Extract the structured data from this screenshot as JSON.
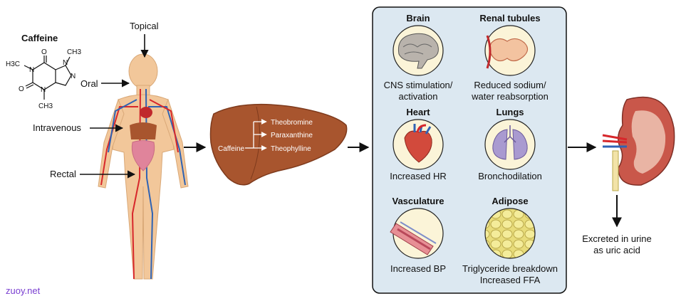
{
  "caffeine": {
    "title": "Caffeine",
    "atoms": {
      "h3c_left": "H3C",
      "ch3_top": "CH3",
      "ch3_bottom": "CH3",
      "o_top": "O",
      "o_left": "O",
      "n1": "N",
      "n2": "N",
      "n3": "N",
      "n4": "N"
    }
  },
  "routes": {
    "topical": "Topical",
    "oral": "Oral",
    "intravenous": "Intravenous",
    "rectal": "Rectal"
  },
  "liver": {
    "input": "Caffeine",
    "metabolites": [
      "Theobromine",
      "Paraxanthine",
      "Theophylline"
    ]
  },
  "organs": [
    {
      "title": "Brain",
      "effect_lines": [
        "CNS stimulation/",
        "activation"
      ],
      "icon": "brain-icon"
    },
    {
      "title": "Renal tubules",
      "effect_lines": [
        "Reduced sodium/",
        "water reabsorption"
      ],
      "icon": "renal-tubule-icon"
    },
    {
      "title": "Heart",
      "effect_lines": [
        "Increased HR"
      ],
      "icon": "heart-icon"
    },
    {
      "title": "Lungs",
      "effect_lines": [
        "Bronchodilation"
      ],
      "icon": "lungs-icon"
    },
    {
      "title": "Vasculature",
      "effect_lines": [
        "Increased BP"
      ],
      "icon": "blood-vessel-icon"
    },
    {
      "title": "Adipose",
      "effect_lines": [
        "Triglyceride breakdown",
        "Increased FFA"
      ],
      "icon": "adipose-icon"
    }
  ],
  "kidney": {
    "outcome_lines": [
      "Excreted in urine",
      "as uric acid"
    ]
  },
  "watermark": "zuoy.net",
  "colors": {
    "panel_bg": "#dce8f1",
    "liver": "#a8552e",
    "skin": "#f2c79a",
    "artery": "#d7272b",
    "vein": "#2f63b4"
  }
}
